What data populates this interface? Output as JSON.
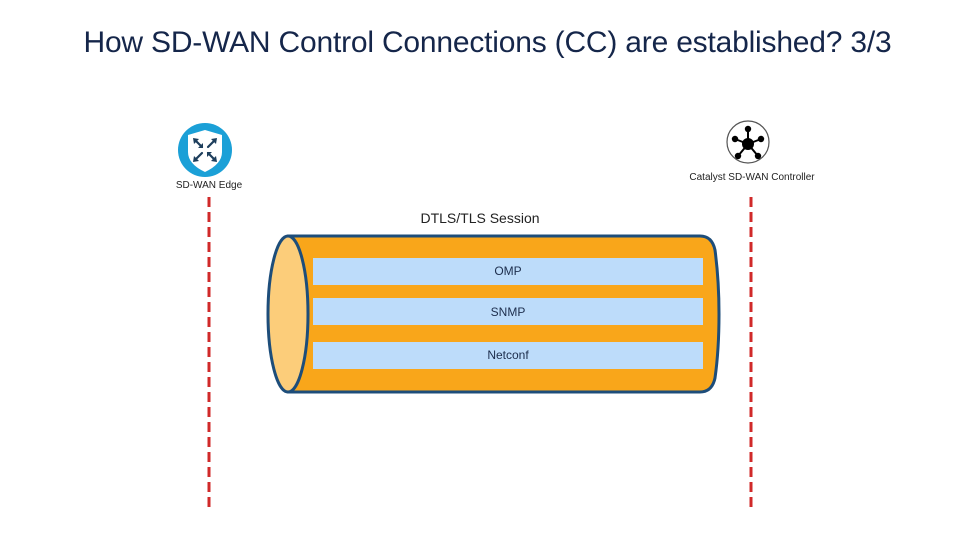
{
  "title": "How SD-WAN Control Connections (CC) are established? 3/3",
  "nodes": {
    "edge": {
      "label": "SD-WAN Edge",
      "icon": "router-shield-icon",
      "color": "#1ba0d7"
    },
    "controller": {
      "label": "Catalyst SD-WAN  Controller",
      "icon": "hub-network-icon",
      "color": "#000000"
    }
  },
  "session": {
    "label": "DTLS/TLS Session",
    "tunnel_color": "#f9a61a",
    "tunnel_end_color": "#fccd7a",
    "outline_color": "#1d4d7a",
    "bar_color": "#bddcfa",
    "protocols": [
      {
        "label": "OMP"
      },
      {
        "label": "SNMP"
      },
      {
        "label": "Netconf"
      }
    ]
  },
  "lifeline_color": "#d02a2a"
}
